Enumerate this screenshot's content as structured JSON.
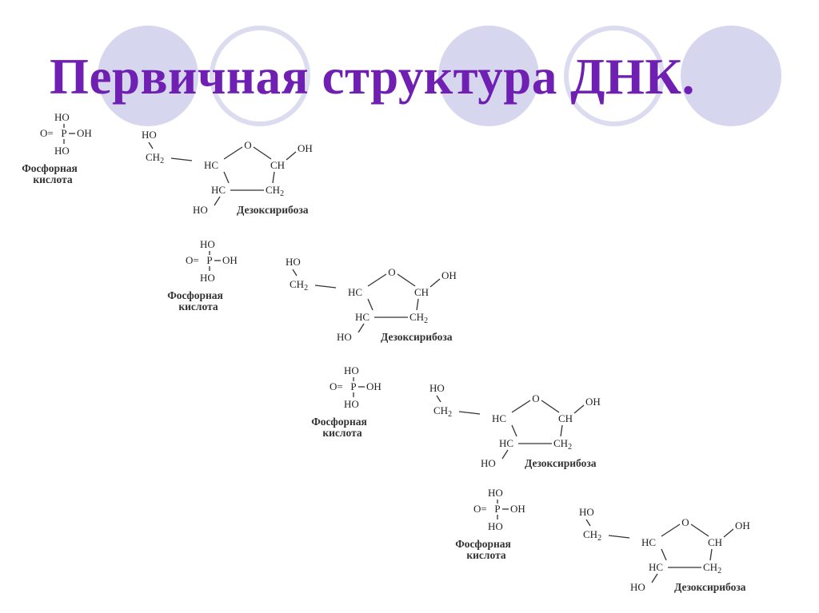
{
  "slide": {
    "title": "Первичная структура ДНК.",
    "accent_color": "#6f1fb2",
    "decor_color": "#d6d6ef"
  },
  "formula_labels": {
    "ho": "HO",
    "oh": "OH",
    "p": "P",
    "o": "O",
    "o_eq": "O=",
    "ch2": "CH2",
    "hc": "HC",
    "ch": "CH"
  },
  "units": [
    {
      "phosphate_label": "Фосфорная\nкислота",
      "sugar_label": "Дезоксирибоза"
    },
    {
      "phosphate_label": "Фосфорная\nкислота",
      "sugar_label": "Дезоксирибоза"
    },
    {
      "phosphate_label": "Фосфорная\nкислота",
      "sugar_label": "Дезоксирибоза"
    },
    {
      "phosphate_label": "Фосфорная\nкислота",
      "sugar_label": "Дезоксирибоза"
    }
  ]
}
